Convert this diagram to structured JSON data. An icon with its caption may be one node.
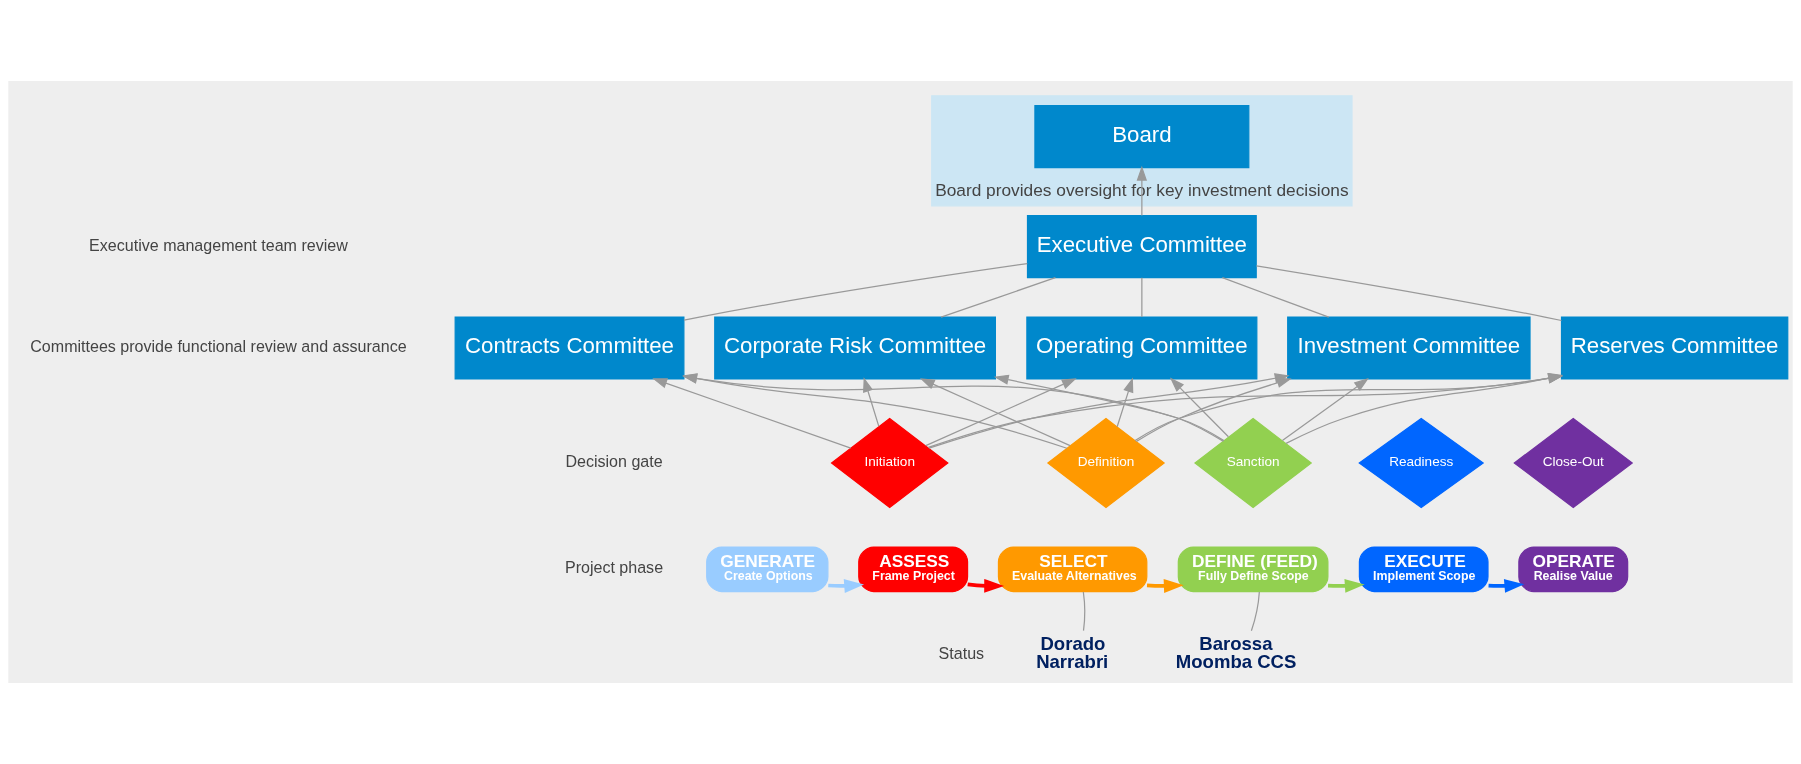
{
  "diagram": {
    "nodes": [
      {
        "text": [
          "Board provides oversight for key investment decisions"
        ]
      },
      {
        "text": [
          "Board"
        ],
        "in": 0
      },
      {
        "text": [
          "Executive Committee"
        ]
      },
      {
        "text": [
          "Contracts Committee"
        ]
      },
      {
        "text": [
          "Corporate Risk Committee"
        ]
      },
      {
        "text": [
          "Operating Committee"
        ]
      },
      {
        "text": [
          "Investment Committee"
        ]
      },
      {
        "text": [
          "Reserves Committee"
        ]
      },
      {
        "text": [
          "Initiation"
        ]
      },
      {
        "text": [
          "Definition"
        ]
      },
      {
        "text": [
          "Sanction"
        ]
      },
      {
        "text": [
          "Readiness"
        ]
      },
      {
        "text": [
          "Close-Out"
        ]
      },
      {
        "text": [
          "GENERATE",
          "Create Options"
        ]
      },
      {
        "text": [
          "ASSESS",
          "Frame Project"
        ]
      },
      {
        "text": [
          "SELECT",
          "Evaluate Alternatives"
        ]
      },
      {
        "text": [
          "DEFINE (FEED)",
          "Fully Define Scope"
        ]
      },
      {
        "text": [
          "EXECUTE",
          "Implement Scope"
        ]
      },
      {
        "text": [
          "OPERATE",
          "Realise Value"
        ]
      },
      {
        "text": [
          "Dorado",
          "Narrabri"
        ]
      },
      {
        "text": [
          "Barossa",
          "Moomba CCS"
        ]
      }
    ],
    "edges": [
      {
        "from": 2,
        "to": 1,
        "arrow": "to"
      },
      {
        "from": 3,
        "to": 2,
        "arrow": "none"
      },
      {
        "from": 4,
        "to": 2,
        "arrow": "none"
      },
      {
        "from": 5,
        "to": 2,
        "arrow": "none"
      },
      {
        "from": 6,
        "to": 2,
        "arrow": "none"
      },
      {
        "from": 7,
        "to": 2,
        "arrow": "none"
      },
      {
        "from": 8,
        "to": 3,
        "arrow": "to"
      },
      {
        "from": 8,
        "to": 4,
        "arrow": "to"
      },
      {
        "from": 8,
        "to": 5,
        "arrow": "to"
      },
      {
        "from": 8,
        "to": 6,
        "arrow": "to"
      },
      {
        "from": 8,
        "to": 7,
        "arrow": "to"
      },
      {
        "from": 9,
        "to": 3,
        "arrow": "to"
      },
      {
        "from": 9,
        "to": 4,
        "arrow": "to"
      },
      {
        "from": 9,
        "to": 5,
        "arrow": "to"
      },
      {
        "from": 9,
        "to": 6,
        "arrow": "to"
      },
      {
        "from": 9,
        "to": 7,
        "arrow": "to"
      },
      {
        "from": 10,
        "to": 3,
        "arrow": "to"
      },
      {
        "from": 10,
        "to": 4,
        "arrow": "to"
      },
      {
        "from": 10,
        "to": 5,
        "arrow": "to"
      },
      {
        "from": 10,
        "to": 6,
        "arrow": "to"
      },
      {
        "from": 10,
        "to": 7,
        "arrow": "to"
      },
      {
        "from": 13,
        "to": 14,
        "arrow": "to",
        "color": "#99ccff"
      },
      {
        "from": 14,
        "to": 15,
        "arrow": "to",
        "color": "#ff0000"
      },
      {
        "from": 15,
        "to": 16,
        "arrow": "to",
        "color": "#ff9900"
      },
      {
        "from": 16,
        "to": 17,
        "arrow": "to",
        "color": "#92d050"
      },
      {
        "from": 17,
        "to": 18,
        "arrow": "to",
        "color": "#0066ff"
      },
      {
        "from": 15,
        "to": 19,
        "arrow": "none"
      },
      {
        "from": 16,
        "to": 20,
        "arrow": "none"
      }
    ],
    "labels": [
      "Executive management team review",
      "Committees provide functional review and assurance",
      "Decision gate",
      "Project phase",
      "Status"
    ]
  }
}
